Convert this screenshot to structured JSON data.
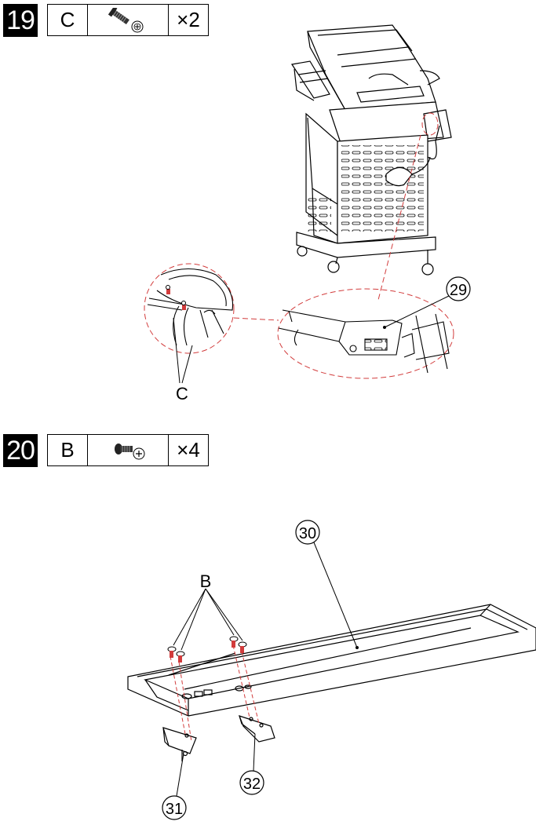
{
  "steps": [
    {
      "number": "19",
      "hardware_letter": "C",
      "quantity": "×2",
      "icon": "screw-with-washer-icon"
    },
    {
      "number": "20",
      "hardware_letter": "B",
      "quantity": "×4",
      "icon": "screw-with-phillips-head-icon"
    }
  ],
  "callouts": {
    "part_29": "29",
    "part_30": "30",
    "part_31": "31",
    "part_32": "32",
    "label_c": "C",
    "label_b": "B"
  }
}
